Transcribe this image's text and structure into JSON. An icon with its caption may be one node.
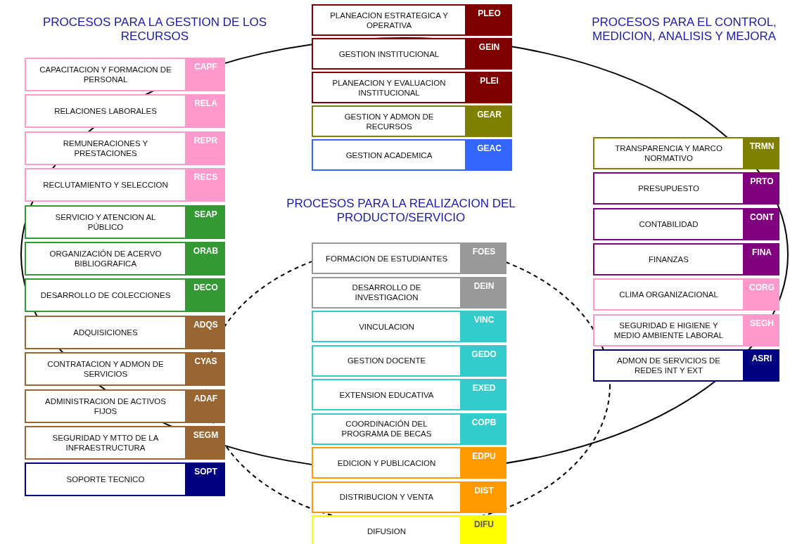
{
  "diagram": {
    "nodes": [
      {
        "text": [
          "CAPACITACION Y FORMACION DE PERSONAL",
          "CAPF"
        ]
      },
      {
        "text": [
          "RELACIONES LABORALES",
          "RELA"
        ]
      },
      {
        "text": [
          "REMUNERACIONES Y PRESTACIONES",
          "REPR"
        ]
      },
      {
        "text": [
          "RECLUTAMIENTO Y SELECCION",
          "RECS"
        ]
      },
      {
        "text": [
          "SERVICIO Y ATENCION AL PÚBLICO",
          "SEAP"
        ]
      },
      {
        "text": [
          "ORGANIZACIÓN DE ACERVO BIBLIOGRAFICA",
          "ORAB"
        ]
      },
      {
        "text": [
          "DESARROLLO DE COLECCIONES",
          "DECO"
        ]
      },
      {
        "text": [
          "ADQUISICIONES",
          "ADQS"
        ]
      },
      {
        "text": [
          "CONTRATACION Y ADMON DE SERVICIOS",
          "CYAS"
        ]
      },
      {
        "text": [
          "ADMINISTRACION DE ACTIVOS FIJOS",
          "ADAF"
        ]
      },
      {
        "text": [
          "SEGURIDAD Y MTTO DE LA INFRAESTRUCTURA",
          "SEGM"
        ]
      },
      {
        "text": [
          "SOPORTE TECNICO",
          "SOPT"
        ]
      },
      {
        "text": [
          "PLANEACION ESTRATEGICA Y OPERATIVA",
          "PLEO"
        ]
      },
      {
        "text": [
          "GESTION INSTITUCIONAL",
          "GEIN"
        ]
      },
      {
        "text": [
          "PLANEACION Y EVALUACION INSTITUCIONAL",
          "PLEI"
        ]
      },
      {
        "text": [
          "GESTION Y ADMON DE RECURSOS",
          "GEAR"
        ]
      },
      {
        "text": [
          "GESTION ACADEMICA",
          "GEAC"
        ]
      },
      {
        "text": [
          "FORMACION DE ESTUDIANTES",
          "FOES"
        ]
      },
      {
        "text": [
          "DESARROLLO DE INVESTIGACION",
          "DEIN"
        ]
      },
      {
        "text": [
          "VINCULACION",
          "VINC"
        ]
      },
      {
        "text": [
          "GESTION DOCENTE",
          "GEDO"
        ]
      },
      {
        "text": [
          "EXTENSION EDUCATIVA",
          "EXED"
        ]
      },
      {
        "text": [
          "COORDINACIÓN DEL PROGRAMA DE BECAS",
          "COPB"
        ]
      },
      {
        "text": [
          "EDICION Y PUBLICACION",
          "EDPU"
        ]
      },
      {
        "text": [
          "DISTRIBUCION Y VENTA",
          "DIST"
        ]
      },
      {
        "text": [
          "DIFUSION",
          "DIFU"
        ]
      },
      {
        "text": [
          "TRANSPARENCIA Y MARCO NORMATIVO",
          "TRMN"
        ]
      },
      {
        "text": [
          "PRESUPUESTO",
          "PRTO"
        ]
      },
      {
        "text": [
          "CONTABILIDAD",
          "CONT"
        ]
      },
      {
        "text": [
          "FINANZAS",
          "FINA"
        ]
      },
      {
        "text": [
          "CLIMA ORGANIZACIONAL",
          "CORG"
        ]
      },
      {
        "text": [
          "SEGURIDAD E HIGIENE Y MEDIO AMBIENTE LABORAL",
          "SEGH"
        ]
      },
      {
        "text": [
          "ADMON DE SERVICIOS DE REDES INT Y EXT",
          "ASRI"
        ]
      }
    ],
    "labels": [
      "PROCESOS PARA LA GESTION DE LOS RECURSOS",
      "PROCESOS PARA LA REALIZACION DEL PRODUCTO/SERVICIO",
      "PROCESOS PARA EL CONTROL, MEDICION, ANALISIS Y MEJORA"
    ]
  }
}
